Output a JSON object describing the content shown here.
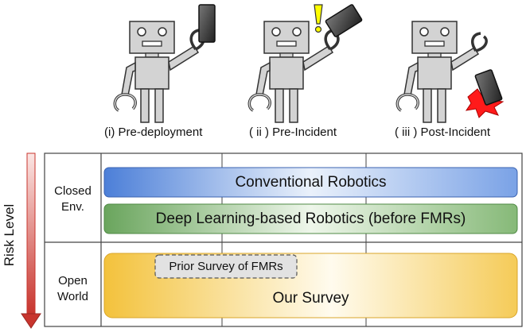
{
  "stages": [
    {
      "label": "(i) Pre-deployment"
    },
    {
      "label": "( ii ) Pre-Incident"
    },
    {
      "label": "( iii ) Post-Incident"
    }
  ],
  "axis": {
    "label": "Risk Level"
  },
  "rows": [
    {
      "label_line1": "Closed",
      "label_line2": "Env."
    },
    {
      "label_line1": "Open",
      "label_line2": "World"
    }
  ],
  "bars": {
    "conventional": "Conventional Robotics",
    "deep_learning": "Deep Learning-based Robotics (before FMRs)",
    "prior_survey": "Prior Survey of FMRs",
    "our_survey": "Our Survey"
  },
  "colors": {
    "blue": "#5a88dc",
    "green": "#7fb26e",
    "yellow": "#f2c443",
    "arrow": "#c8352e",
    "robot_body": "#d3d3d3",
    "phone": "#444444",
    "alert": "#ffff00",
    "impact": "#ff1a1a"
  },
  "icons": [
    "robot-icon",
    "phone-icon",
    "exclamation-icon",
    "impact-burst-icon"
  ]
}
